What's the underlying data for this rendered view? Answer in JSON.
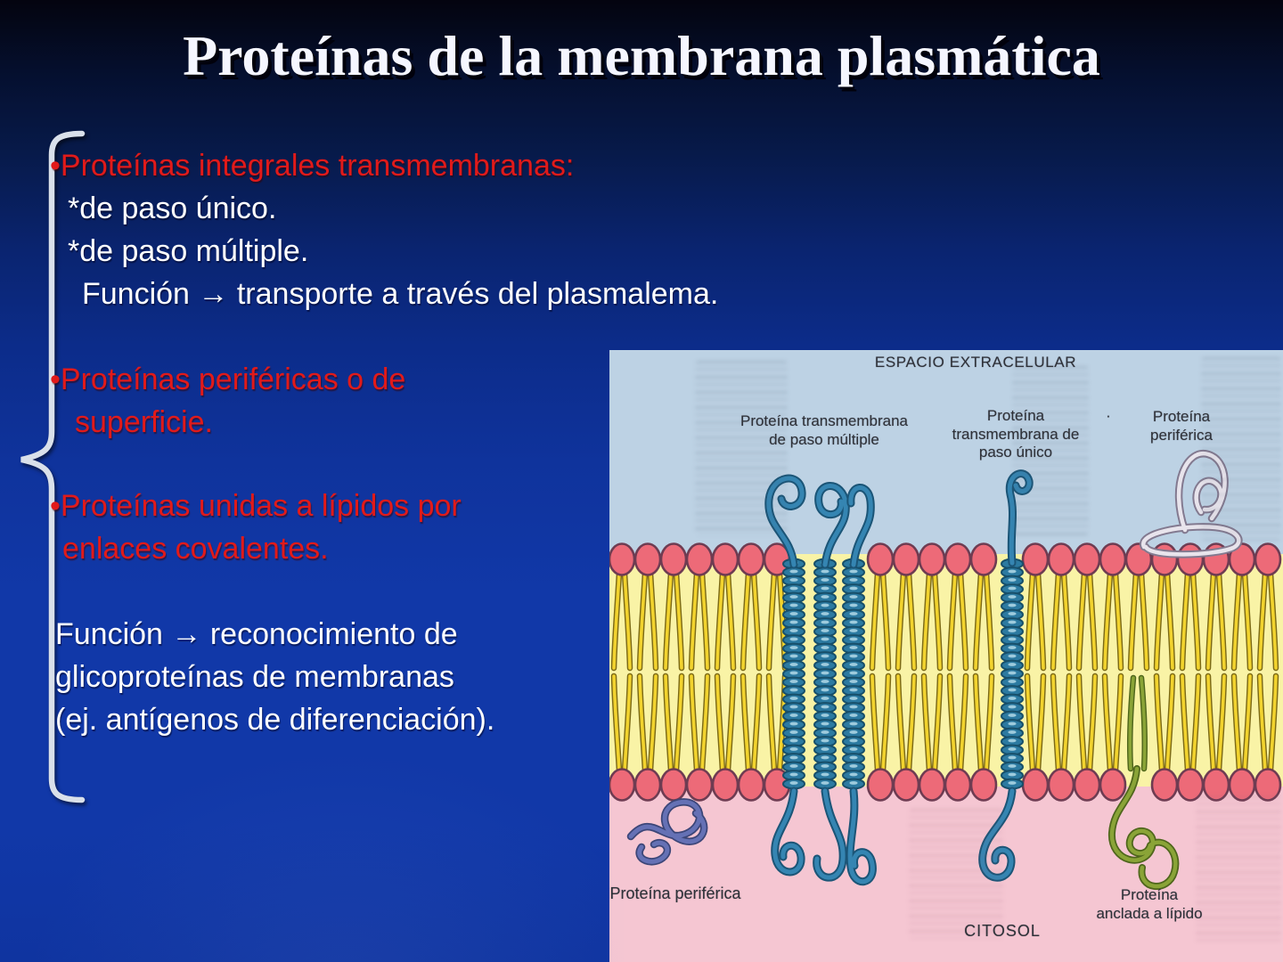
{
  "slide": {
    "title": "Proteínas de la membrana plasmática",
    "text_lines": [
      {
        "text": "•Proteínas integrales transmembranas:",
        "color": "red",
        "indent": 0,
        "gap": 0
      },
      {
        "text": "*de paso único.",
        "color": "white",
        "indent": 20,
        "gap": 0
      },
      {
        "text": "*de paso múltiple.",
        "color": "white",
        "indent": 20,
        "gap": 0
      },
      {
        "text": "Función → transporte a través del plasmalema.",
        "color": "white",
        "indent": 36,
        "gap": 0
      },
      {
        "text": "•Proteínas periféricas o de",
        "color": "red",
        "indent": 0,
        "gap": 48
      },
      {
        "text": "superficie.",
        "color": "red",
        "indent": 28,
        "gap": 0
      },
      {
        "text": "•Proteínas unidas a lípidos por",
        "color": "red",
        "indent": 0,
        "gap": 46
      },
      {
        "text": "enlaces covalentes.",
        "color": "red",
        "indent": 14,
        "gap": 0
      },
      {
        "text": "Función → reconocimiento de",
        "color": "white",
        "indent": 6,
        "gap": 48
      },
      {
        "text": "glicoproteínas de membranas",
        "color": "white",
        "indent": 6,
        "gap": 0
      },
      {
        "text": "(ej. antígenos de diferenciación).",
        "color": "white",
        "indent": 6,
        "gap": 0
      }
    ]
  },
  "figure": {
    "labels": {
      "espacio_extracelular": "ESPACIO EXTRACELULAR",
      "proteina_transmembrana_multiple": "Proteína transmembrana\nde paso múltiple",
      "proteina_transmembrana_unico": "Proteína\ntransmembrana de\npaso único",
      "proteina_periferica_superior": "Proteína periférica",
      "dot_marker": "·",
      "proteina_periferica_inferior": "Proteína periférica",
      "citosol": "CITOSOL",
      "proteina_anclada_lipido": "Proteína\nanclada a lípido"
    }
  },
  "colors": {
    "text_red": "#e11a1a",
    "text_white": "#ffffff",
    "extracellular_bg": "#bdd2e4",
    "membrane_bg": "#f9f3a6",
    "cytosol_bg": "#f5c6d2",
    "lipid_head": "#ed6a78",
    "lipid_head_outline": "#6e3c52",
    "lipid_tail": "#f2d32e",
    "lipid_tail_outline": "#7c6a16",
    "helix_teal": "#2c7aa1",
    "helix_outline": "#174f6a",
    "squiggle_blue": "#3585b2",
    "squiggle_blue_dark": "#1b5577",
    "anchored_green": "#8aa437",
    "anchored_green_dark": "#4f661c",
    "peripheral_purple": "#6571b5",
    "peripheral_purple_dark": "#3c4678",
    "tube_outline": "#837a90",
    "tube_fill": "#e8e4ec",
    "brace_color": "#d9e0ea"
  }
}
